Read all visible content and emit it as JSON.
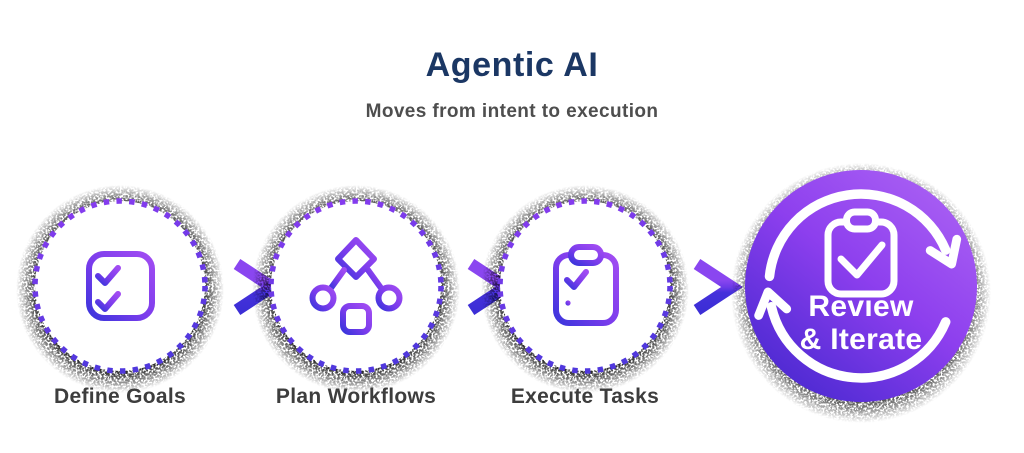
{
  "header": {
    "title": "Agentic AI",
    "subtitle": "Moves from intent to execution"
  },
  "steps": [
    {
      "label": "Define Goals",
      "icon": "checklist-icon"
    },
    {
      "label": "Plan Workflows",
      "icon": "workflow-tree-icon"
    },
    {
      "label": "Execute Tasks",
      "icon": "clipboard-list-icon"
    },
    {
      "label_line1": "Review",
      "label_line2": "& Iterate",
      "icon": "clipboard-check-icon"
    }
  ],
  "colors": {
    "title": "#1b3764",
    "subtitle": "#4e4e4e",
    "step_label": "#3d3d3d",
    "accent_purple": "#8b3cf0",
    "accent_blue": "#3b35dc",
    "arrow_purple": "#7d3bee",
    "big_circle_light": "#ab62f4",
    "big_circle_dark": "#4326cb",
    "cycle_arrows": "#ffffff"
  }
}
